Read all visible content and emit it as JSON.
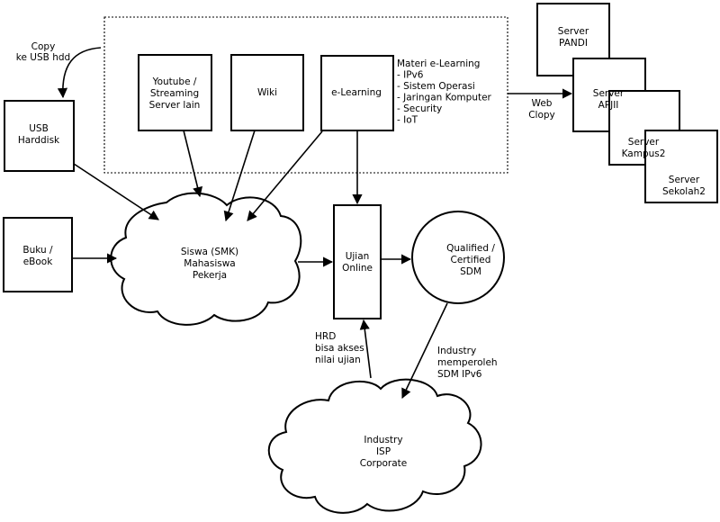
{
  "nodes": {
    "copy_note": [
      "Copy",
      "ke USB hdd"
    ],
    "usb_harddisk": [
      "USB",
      "Harddisk"
    ],
    "youtube": [
      "Youtube /",
      "Streaming",
      "Server lain"
    ],
    "wiki": [
      "Wiki"
    ],
    "elearning": [
      "e-Learning"
    ],
    "materi": [
      "Materi e-Learning",
      "- IPv6",
      "- Sistem Operasi",
      "- Jaringan Komputer",
      "- Security",
      "- IoT"
    ],
    "web_copy": [
      "Web",
      "Clopy"
    ],
    "server_pandi": [
      "Server",
      "PANDI"
    ],
    "server_apjii": [
      "Server",
      "APJII"
    ],
    "server_kampus2": [
      "Server",
      "Kampus2"
    ],
    "server_sekolah2": [
      "Server",
      "Sekolah2"
    ],
    "buku": [
      "Buku /",
      "eBook"
    ],
    "siswa": [
      "Siswa (SMK)",
      "Mahasiswa",
      "Pekerja"
    ],
    "ujian": [
      "Ujian",
      "Online"
    ],
    "qualified": [
      "Qualified /",
      "Certified",
      "SDM"
    ],
    "hrd": [
      "HRD",
      "bisa akses",
      "nilai ujian"
    ],
    "industry_note": [
      "Industry",
      "memperoleh",
      "SDM IPv6"
    ],
    "industry": [
      "Industry",
      "ISP",
      "Corporate"
    ]
  }
}
